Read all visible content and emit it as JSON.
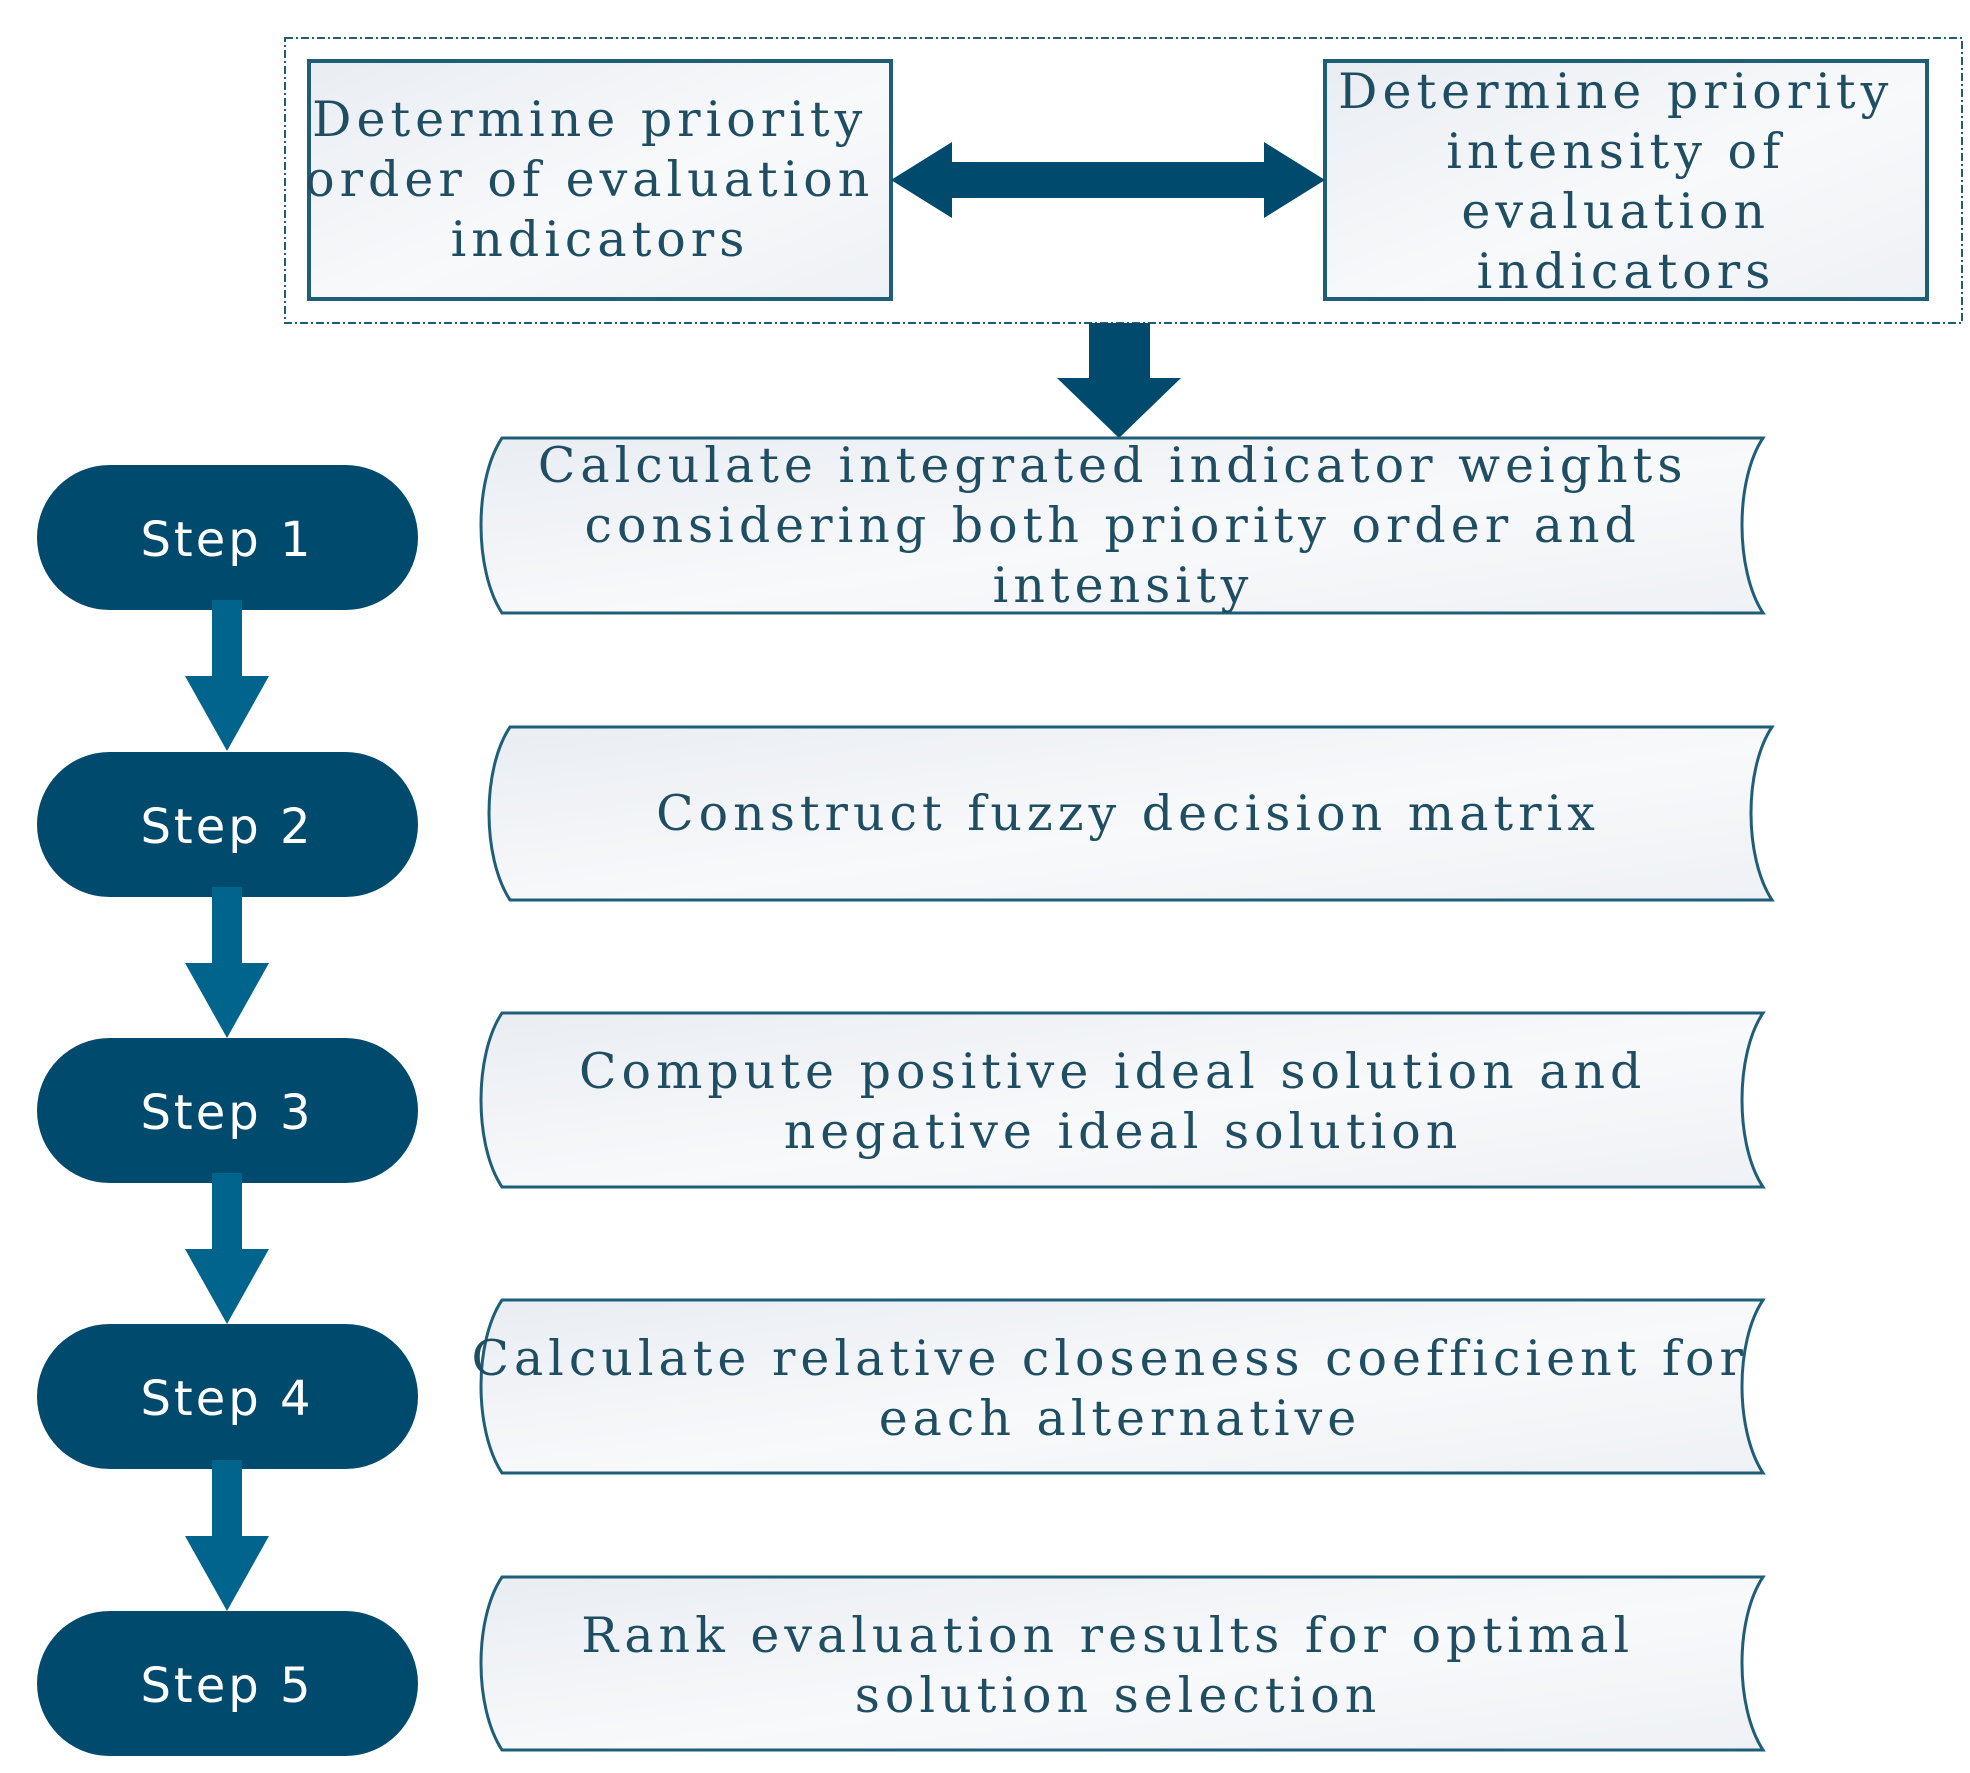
{
  "top_group": {
    "left_box": [
      "Determine priority",
      "order of evaluation",
      "indicators"
    ],
    "right_box": [
      "Determine priority",
      "intensity of",
      "evaluation",
      "indicators"
    ]
  },
  "steps": [
    {
      "label": "Step 1",
      "text": [
        "Calculate integrated indicator weights",
        "considering both priority order and",
        "intensity"
      ]
    },
    {
      "label": "Step 2",
      "text": [
        "Construct fuzzy decision matrix"
      ]
    },
    {
      "label": "Step 3",
      "text": [
        "Compute positive ideal solution and",
        "negative ideal solution"
      ]
    },
    {
      "label": "Step 4",
      "text": [
        "Calculate relative closeness coefficient for",
        "each alternative"
      ]
    },
    {
      "label": "Step 5",
      "text": [
        "Rank evaluation results for optimal",
        "solution selection"
      ]
    }
  ],
  "colors": {
    "primary": "#004a6e",
    "arrow": "#00648c",
    "text": "#1f4e63",
    "box_border": "#1f5e78"
  }
}
